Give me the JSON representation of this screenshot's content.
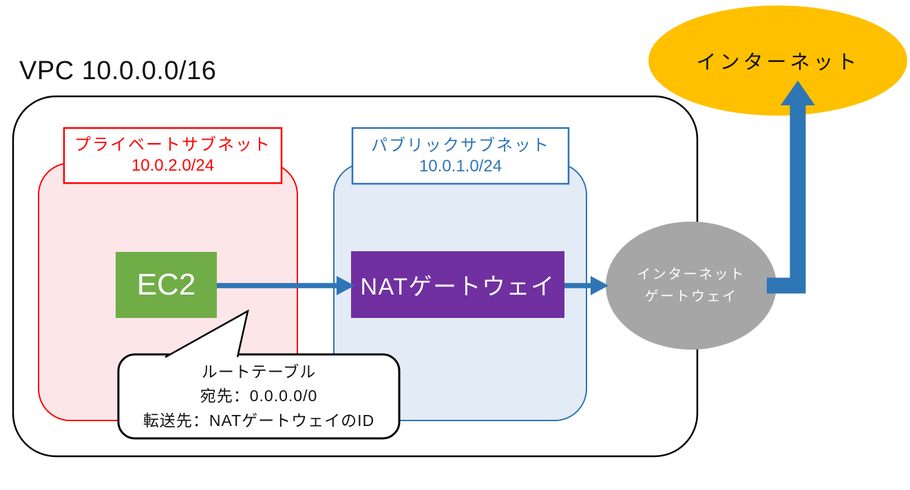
{
  "diagram": {
    "title": "VPC 10.0.0.0/16",
    "private_subnet": {
      "label": "プライベートサブネット",
      "cidr": "10.0.2.0/24"
    },
    "public_subnet": {
      "label": "パブリックサブネット",
      "cidr": "10.0.1.0/24"
    },
    "nodes": {
      "ec2": {
        "label": "EC2"
      },
      "nat_gateway": {
        "label": "NATゲートウェイ"
      },
      "internet_gateway": {
        "line1": "インターネット",
        "line2": "ゲートウェイ"
      },
      "internet": {
        "label": "インターネット"
      }
    },
    "callout": {
      "line1": "ルートテーブル",
      "line2": "宛先：0.0.0.0/0",
      "line3": "転送先：NATゲートウェイのID"
    },
    "colors": {
      "arrow_blue": "#2e75b6",
      "ec2_green": "#70ad47",
      "nat_purple": "#7030a0",
      "igw_gray": "#a6a6a6",
      "internet_orange": "#ffc000",
      "private_red": "#ff0000",
      "private_fill": "#fde6e8",
      "public_blue": "#2e75b6",
      "public_fill": "#e3ebf6",
      "vpc_border": "#000000",
      "callout_bg": "#ffffff"
    }
  }
}
